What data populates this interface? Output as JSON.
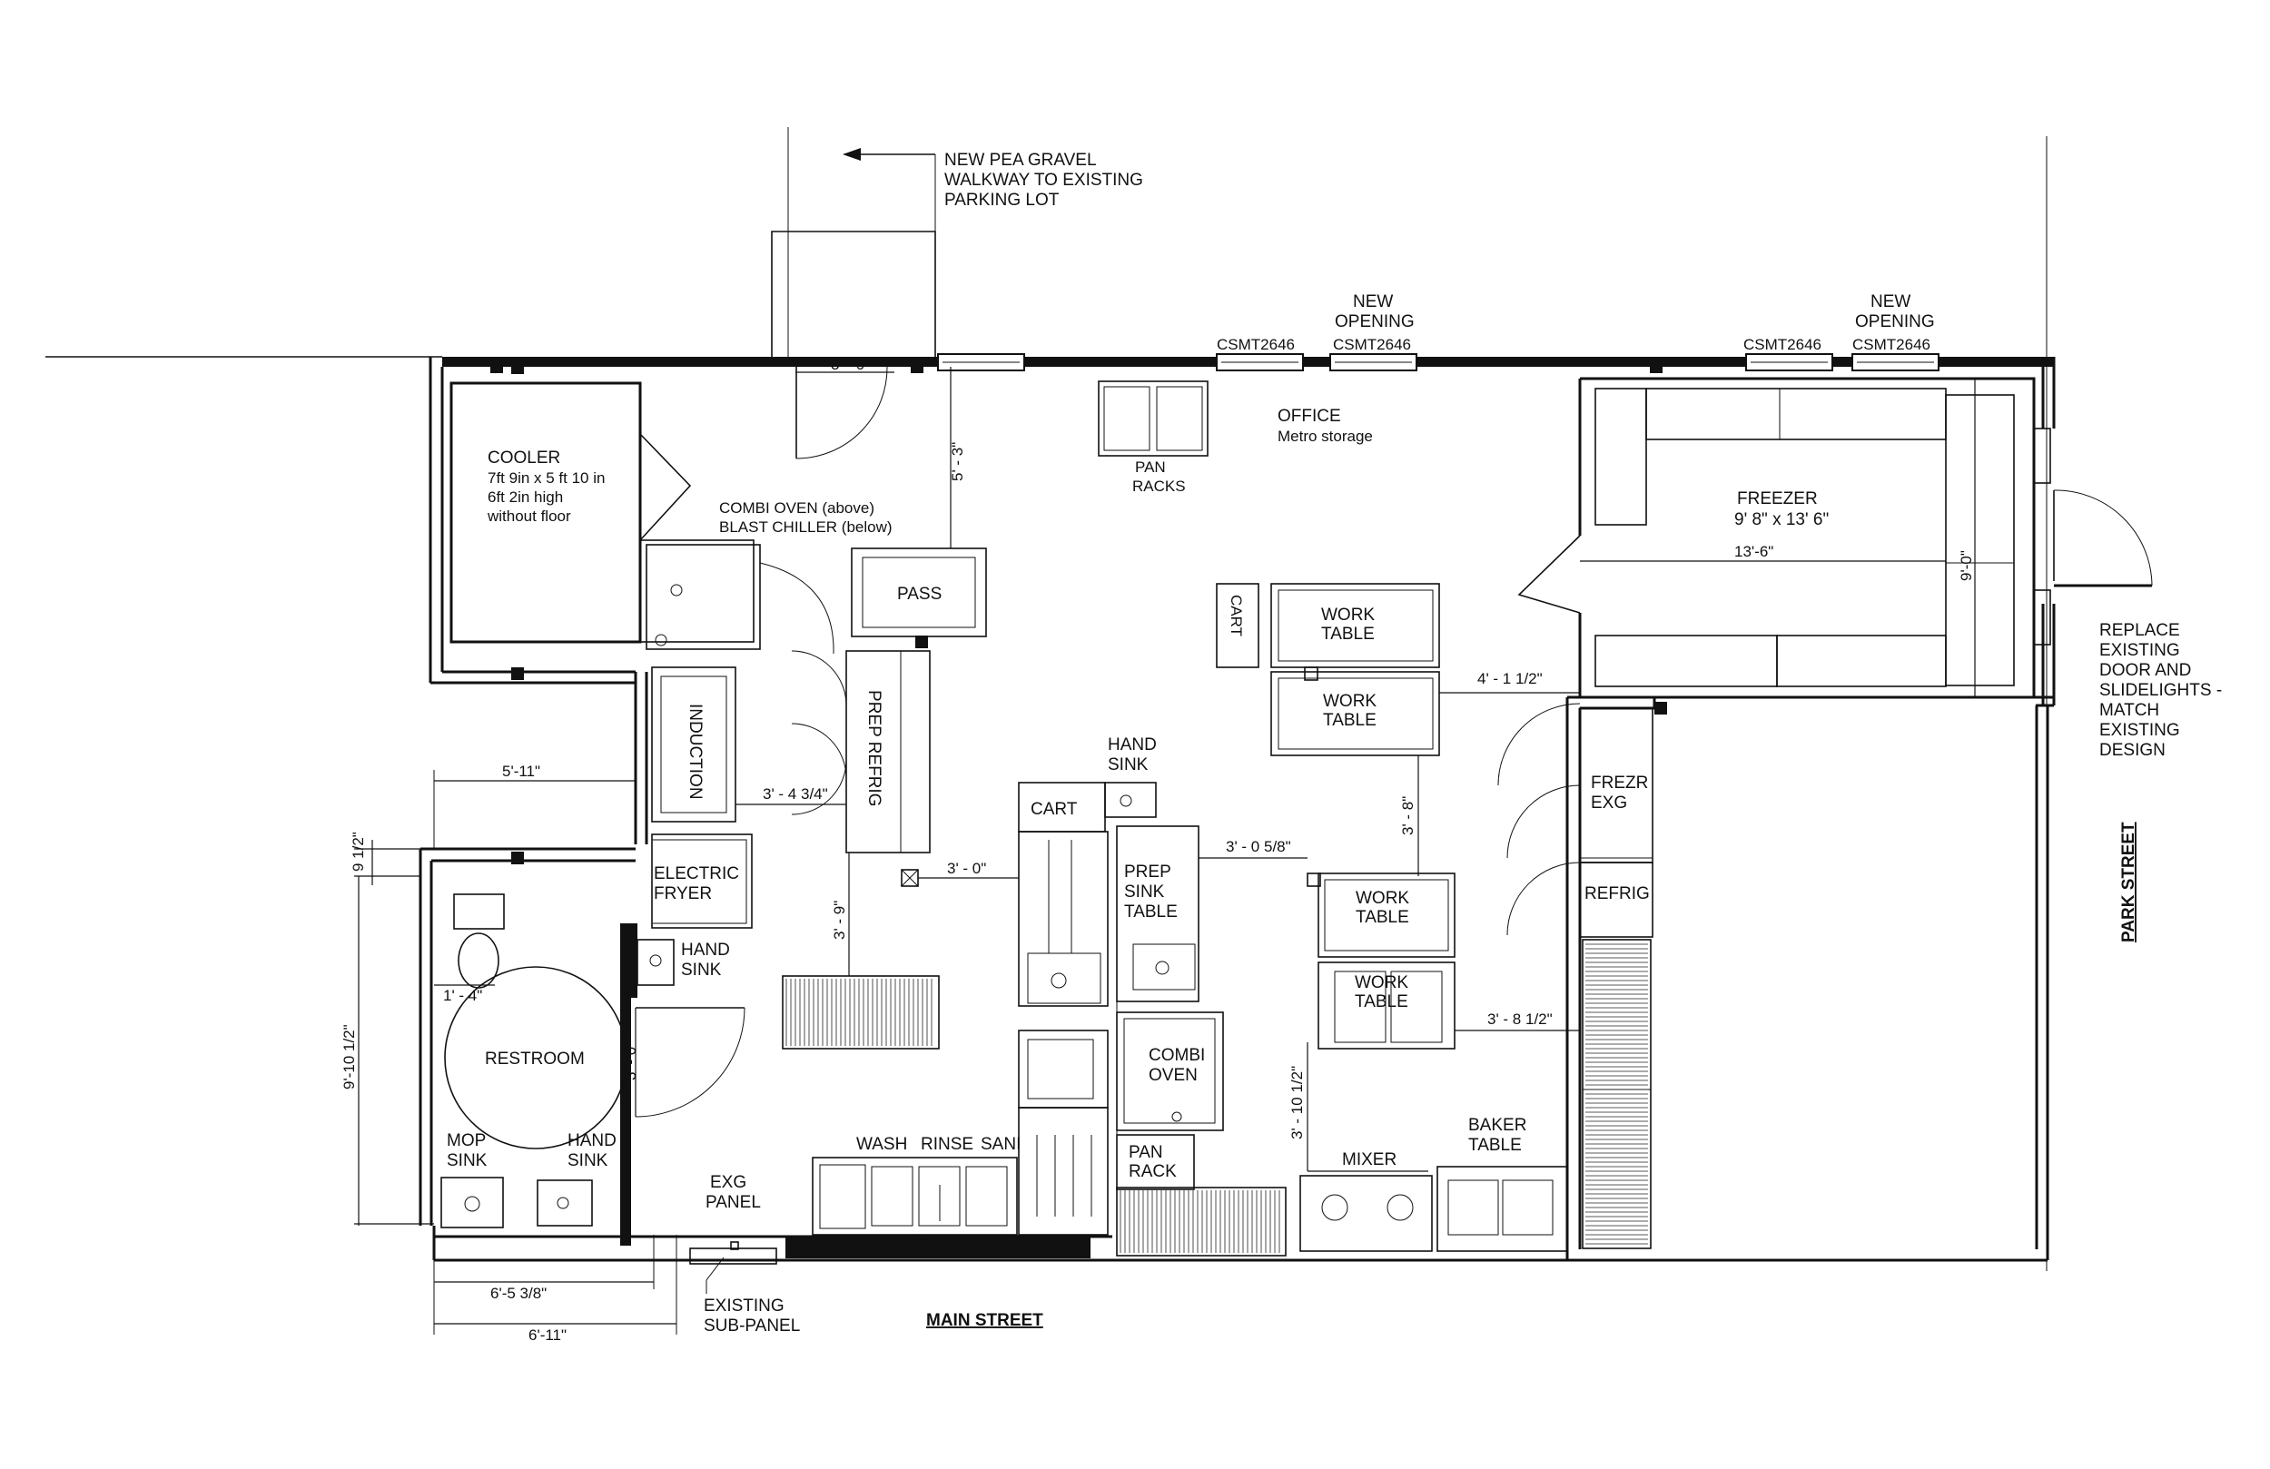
{
  "notes": {
    "walkway": [
      "NEW PEA GRAVEL",
      "WALKWAY TO EXISTING",
      "PARKING LOT"
    ],
    "door_replace": [
      "REPLACE",
      "EXISTING",
      "DOOR AND",
      "SLIDELIGHTS -",
      "MATCH",
      "EXISTING",
      "DESIGN"
    ],
    "sub_panel": [
      "EXISTING",
      "SUB-PANEL"
    ]
  },
  "streets": {
    "main": "MAIN STREET",
    "park": "PARK STREET"
  },
  "windows": {
    "w1": "CSMT2646",
    "w2_head": [
      "NEW",
      "OPENING"
    ],
    "w2": "CSMT2646",
    "w3": "CSMT2646",
    "w4_head": [
      "NEW",
      "OPENING"
    ],
    "w4": "CSMT2646"
  },
  "rooms": {
    "cooler": [
      "COOLER",
      "7ft 9in x 5 ft 10 in",
      "6ft 2in high",
      "without floor"
    ],
    "combi_above": [
      "COMBI OVEN (above)",
      "BLAST CHILLER (below)"
    ],
    "pass": "PASS",
    "pan_racks": [
      "PAN",
      "RACKS"
    ],
    "office": [
      "OFFICE",
      "Metro storage"
    ],
    "freezer": [
      "FREEZER",
      "9' 8\" x 13' 6\""
    ],
    "cart_top": "CART",
    "work_table_1": [
      "WORK",
      "TABLE"
    ],
    "work_table_2": [
      "WORK",
      "TABLE"
    ],
    "induction": "INDUCTION",
    "prep_refrig": "PREP REFRIG",
    "hand_sink_mid": [
      "HAND",
      "SINK"
    ],
    "cart_mid": "CART",
    "frezr_exg": [
      "FREZR",
      "EXG"
    ],
    "refrig": "REFRIG",
    "electric_fryer": [
      "ELECTRIC",
      "FRYER"
    ],
    "prep_sink_table": [
      "PREP",
      "SINK",
      "TABLE"
    ],
    "work_table_3": [
      "WORK",
      "TABLE"
    ],
    "work_table_4": [
      "WORK",
      "TABLE"
    ],
    "hand_sink_left": [
      "HAND",
      "SINK"
    ],
    "restroom": "RESTROOM",
    "combi_oven": [
      "COMBI",
      "OVEN"
    ],
    "mop_sink": [
      "MOP",
      "SINK"
    ],
    "hand_sink_rr": [
      "HAND",
      "SINK"
    ],
    "exg_panel": [
      "EXG",
      "PANEL"
    ],
    "wash": "WASH",
    "rinse": "RINSE",
    "sani": "SANI",
    "pan_rack": [
      "PAN",
      "RACK"
    ],
    "mixer": "MIXER",
    "baker_table": [
      "BAKER",
      "TABLE"
    ]
  },
  "dimensions": {
    "d_3_0_top": "3' - 0\"",
    "d_5_3": "5' - 3\"",
    "d_13_6": "13'-6\"",
    "d_9_0": "9'-0\"",
    "d_4_1_half": "4' - 1 1/2\"",
    "d_5_11": "5'-11\"",
    "d_3_4_3_4": "3' - 4 3/4\"",
    "d_3_8": "3' - 8\"",
    "d_9_half": "9 1/2\"",
    "d_3_0_mid": "3' - 0\"",
    "d_3_0_5_8": "3' - 0 5/8\"",
    "d_3_9": "3' - 9\"",
    "d_9_10_half": "9'-10 1/2\"",
    "d_1_4": "1' - 4\"",
    "d_3_0_rr": "3' - 0\"",
    "d_3_8_half": "3' - 8 1/2\"",
    "d_3_10_half": "3' - 10 1/2\"",
    "d_6_5_3_8": "6'-5 3/8\"",
    "d_6_11": "6'-11\""
  }
}
